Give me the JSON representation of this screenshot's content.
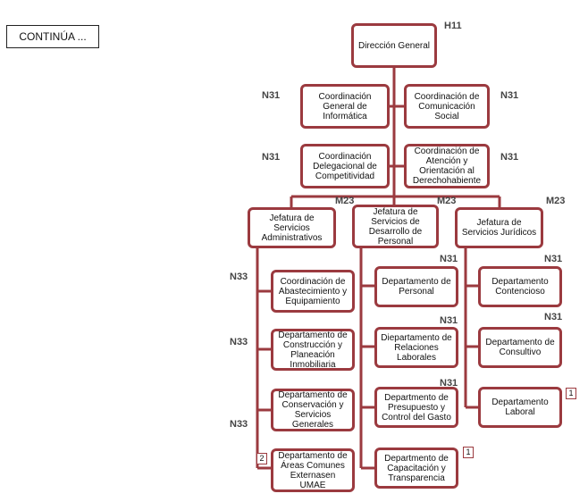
{
  "continua_label": "CONTINÚA ...",
  "line_color": "#9b3a3f",
  "nodes": {
    "direccion": {
      "label": "Dirección General",
      "code": "H11"
    },
    "coord_informatica": {
      "label": "Coordinación\nGeneral de\nInformática",
      "code": "N31"
    },
    "coord_comunicacion": {
      "label": "Coordinación de\nComunicación\nSocial",
      "code": "N31"
    },
    "coord_competitividad": {
      "label": "Coordinación\nDelegacional de\nCompetitividad",
      "code": "N31"
    },
    "coord_atencion": {
      "label": "Coordinación de\nAtención y\nOrientación al\nDerechohabiente",
      "code": "N31"
    },
    "jef_administrativos": {
      "label": "Jefatura de\nServicios\nAdministrativos",
      "code": "M23"
    },
    "jef_desarrollo": {
      "label": "Jefatura de\nServicios de\nDesarrollo de\nPersonal",
      "code": "M23"
    },
    "jef_juridicos": {
      "label": "Jefatura de\nServicios Jurídicos",
      "code": "M23"
    },
    "coord_abastecimiento": {
      "label": "Coordinación de\nAbastecimiento y\nEquipamiento",
      "code": "N33"
    },
    "dep_construccion": {
      "label": "Departamento de\nConstrucción y\nPlaneación\nInmobiliaria",
      "code": "N33"
    },
    "dep_conservacion": {
      "label": "Departamento de\nConservación y\nServicios\nGenerales",
      "code": "N33"
    },
    "dep_areas_comunes": {
      "label": "Departamento de\nÁreas Comunes\nExternasen UMAE",
      "tag": "2"
    },
    "dep_personal": {
      "label": "Departamento de\nPersonal",
      "code": "N31"
    },
    "dep_relaciones": {
      "label": "Diepartamento de\nRelaciones\nLaborales",
      "code": "N31"
    },
    "dep_presupuesto": {
      "label": "Departmento de\nPresupuesto y\nControl del Gasto",
      "code": "N31"
    },
    "dep_capacitacion": {
      "label": "Departmento de\nCapacitación y\nTransparencia",
      "tag": "1"
    },
    "dep_contencioso": {
      "label": "Departamento\nContencioso",
      "code": "N31"
    },
    "dep_consultivo": {
      "label": "Departamento de\nConsultivo",
      "code": "N31"
    },
    "dep_laboral": {
      "label": "Departamento\nLaboral",
      "tag": "1"
    }
  }
}
